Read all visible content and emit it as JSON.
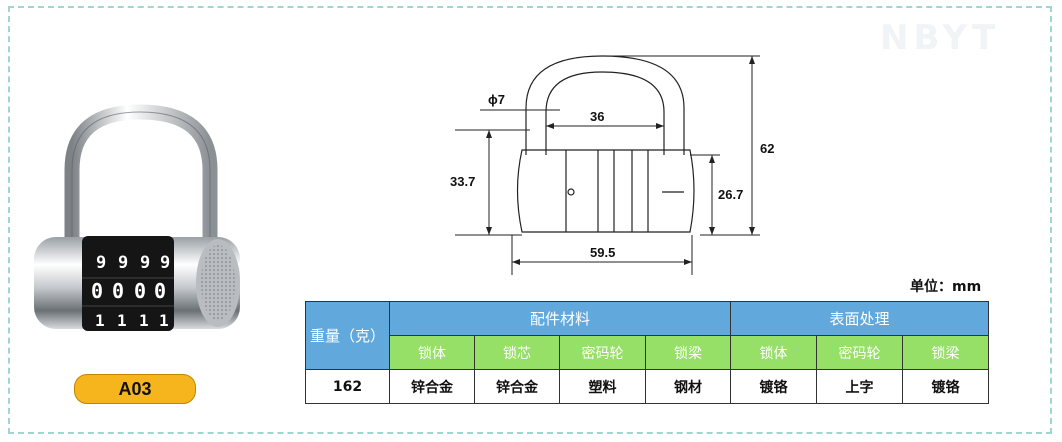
{
  "watermark": "NBYT",
  "model_code": "A03",
  "unit_note": "单位：mm",
  "dimensions": {
    "shackle_diameter": "ϕ7",
    "shackle_inner_width": "36",
    "total_height": "62",
    "body_height_left": "33.7",
    "body_height_right": "26.7",
    "body_width": "59.5"
  },
  "lock_dials": {
    "top_row": [
      "9",
      "9",
      "9",
      "9"
    ],
    "middle_row": [
      "0",
      "0",
      "0",
      "0"
    ],
    "bottom_row": [
      "1",
      "1",
      "1",
      "1"
    ]
  },
  "spec_table": {
    "weight_header": "重量（克）",
    "group_materials": "配件材料",
    "group_surface": "表面处理",
    "material_columns": [
      "锁体",
      "锁芯",
      "密码轮",
      "锁梁"
    ],
    "surface_columns": [
      "锁体",
      "密码轮",
      "锁梁"
    ],
    "weight_value": "162",
    "material_values": [
      "锌合金",
      "锌合金",
      "塑料",
      "钢材"
    ],
    "surface_values": [
      "镀铬",
      "上字",
      "镀铬"
    ]
  },
  "colors": {
    "header_blue": "#61a9dd",
    "header_green": "#96e067",
    "badge_orange": "#f6b51d",
    "frame_dashed": "#9fd6d2"
  }
}
